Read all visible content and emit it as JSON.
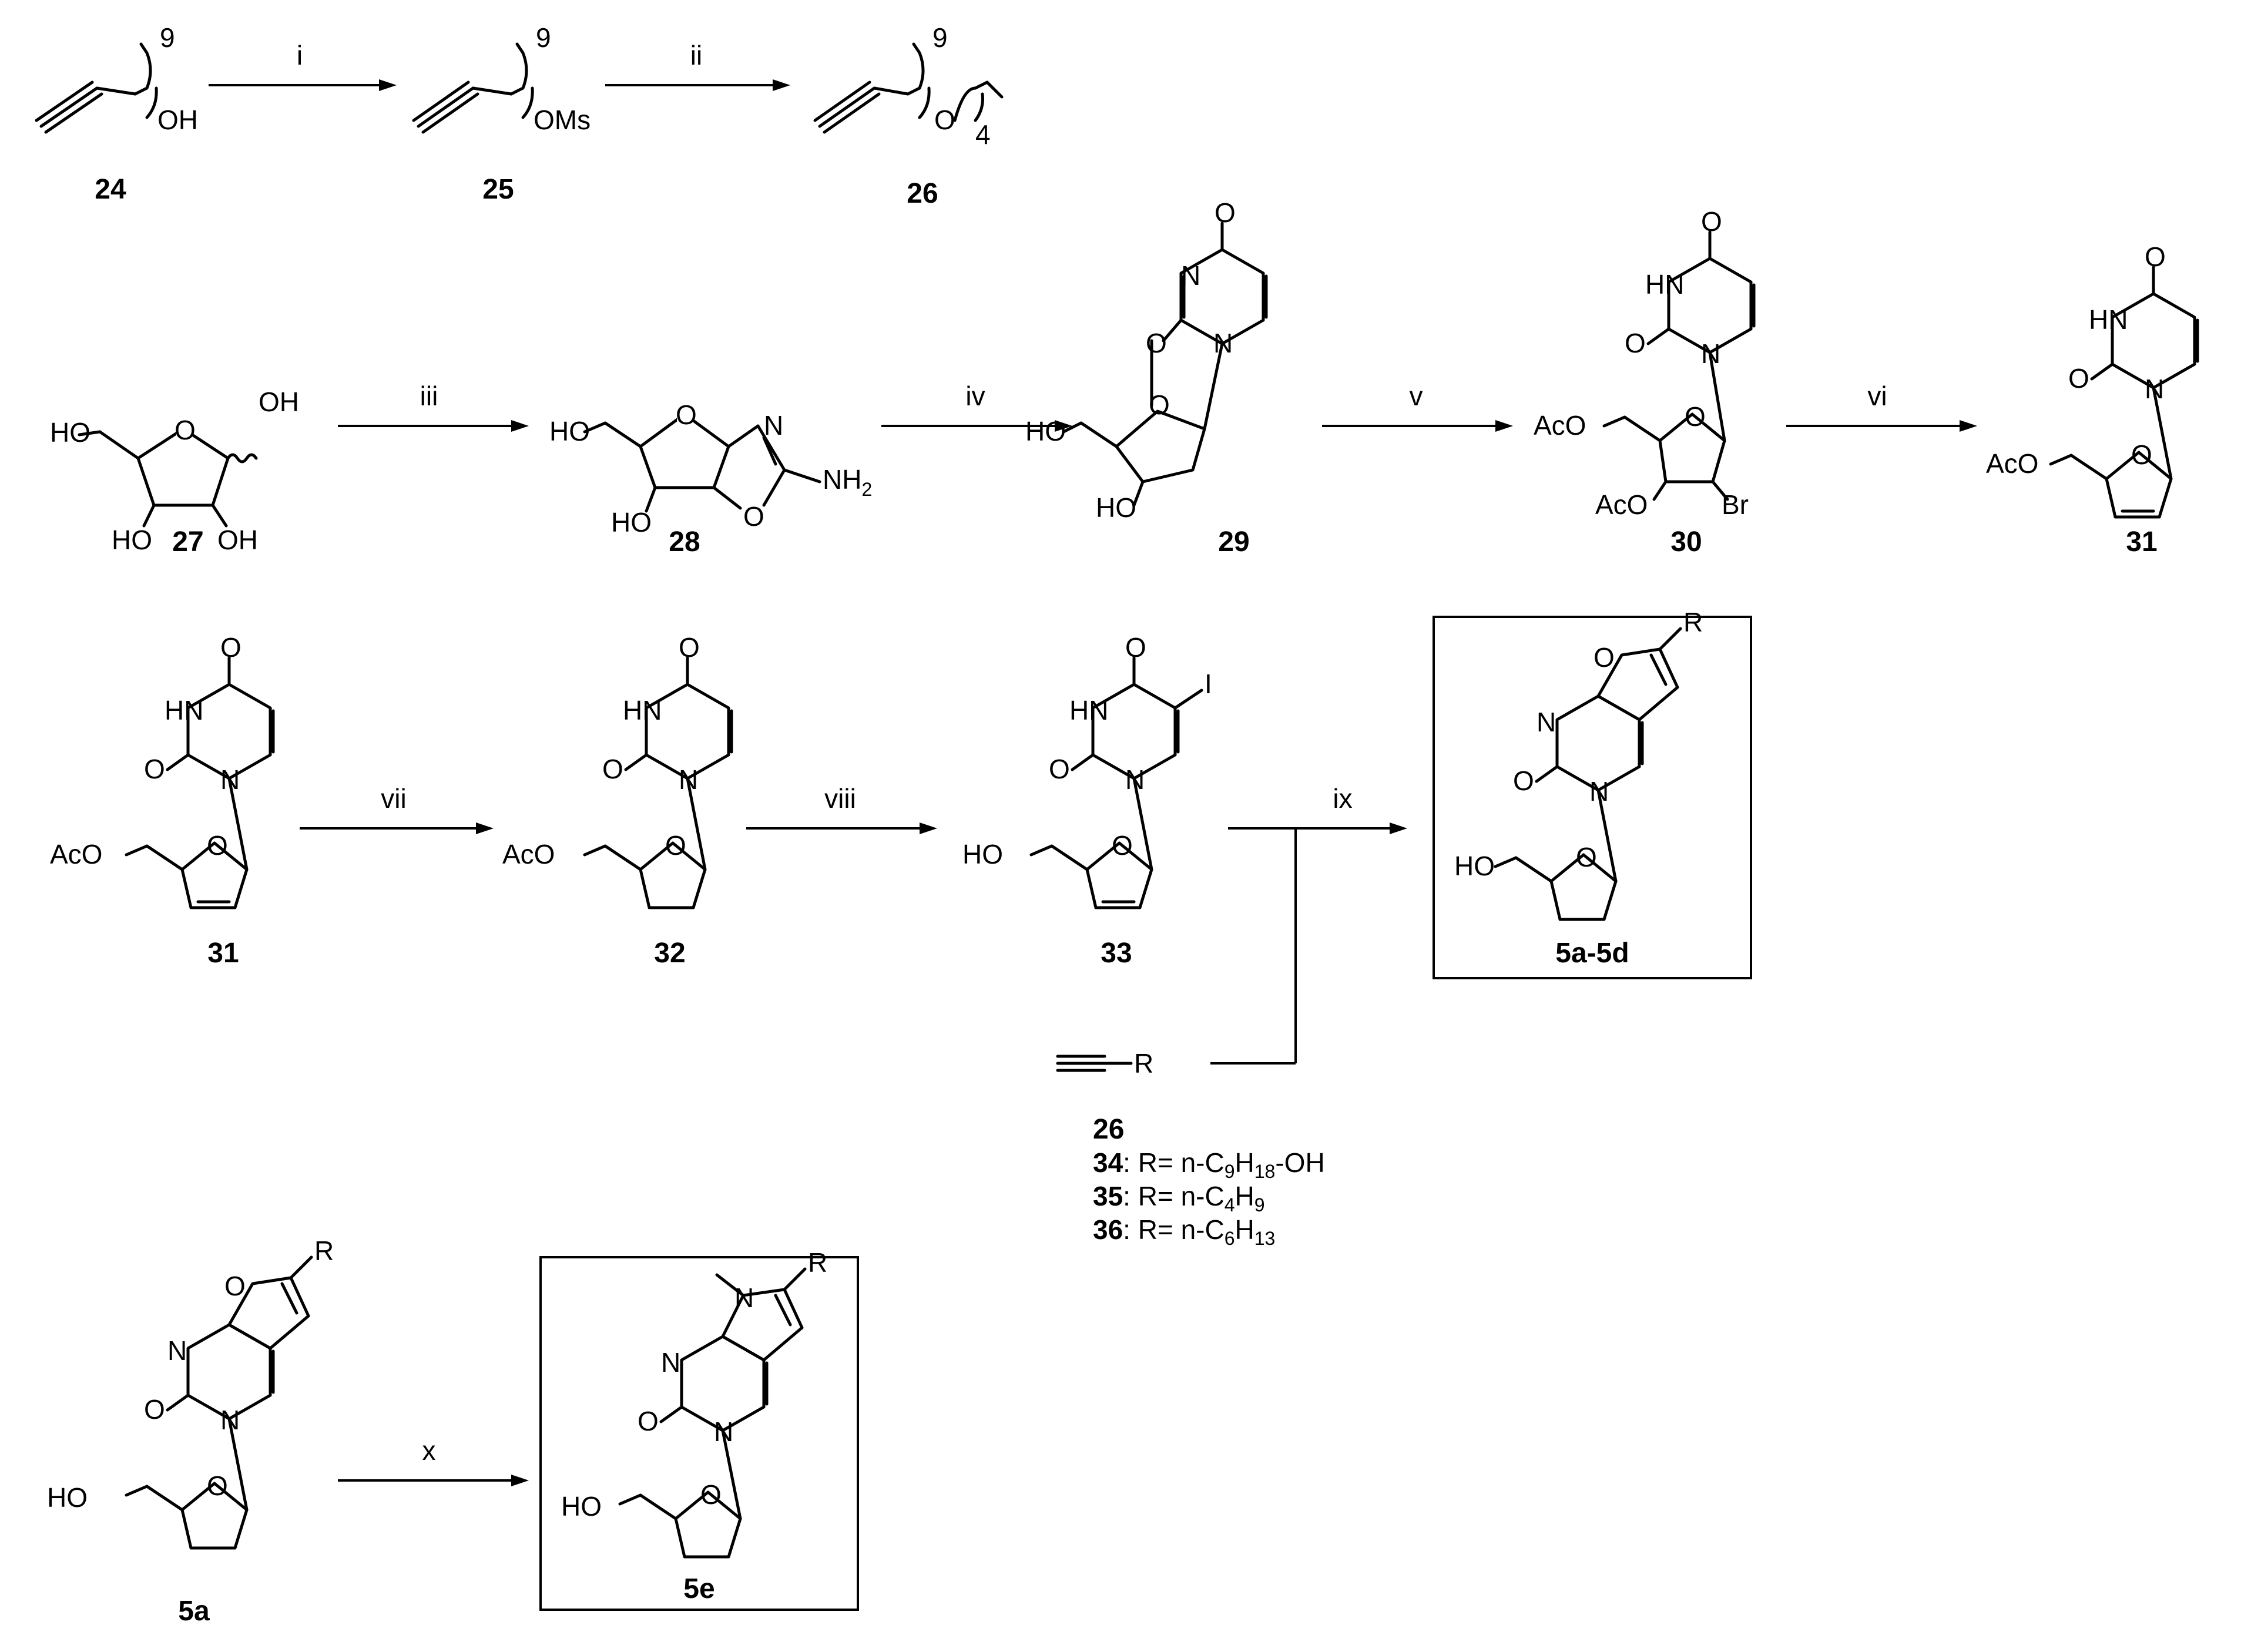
{
  "compounds": {
    "c24": "24",
    "c25": "25",
    "c26": "26",
    "c27": "27",
    "c28": "28",
    "c29": "29",
    "c30": "30",
    "c31a": "31",
    "c31b": "31",
    "c32": "32",
    "c33": "33",
    "c5ad": "5a-5d",
    "c5a": "5a",
    "c5e": "5e"
  },
  "reagents": {
    "i": "i",
    "ii": "ii",
    "iii": "iii",
    "iv": "iv",
    "v": "v",
    "vi": "vi",
    "vii": "vii",
    "viii": "viii",
    "ix": "ix",
    "x": "x"
  },
  "atoms": {
    "oh": "OH",
    "oms": "OMs",
    "o": "O",
    "ho": "HO",
    "n": "N",
    "hn": "HN",
    "aco": "AcO",
    "br": "Br",
    "i_atom": "I",
    "r": "R",
    "nh": "NH",
    "nh_sub": "2",
    "nine": "9",
    "four": "4"
  },
  "alkyne_list": {
    "r_label": "R",
    "e26": "26",
    "e34_id": "34",
    "e34_pre": ": R= n-C",
    "e34_s1": "9",
    "e34_mid": "H",
    "e34_s2": "18",
    "e34_post": "-OH",
    "e35_id": "35",
    "e35_pre": ": R= n-C",
    "e35_s1": "4",
    "e35_mid": "H",
    "e35_s2": "9",
    "e36_id": "36",
    "e36_pre": ": R= n-C",
    "e36_s1": "6",
    "e36_mid": "H",
    "e36_s2": "13"
  }
}
